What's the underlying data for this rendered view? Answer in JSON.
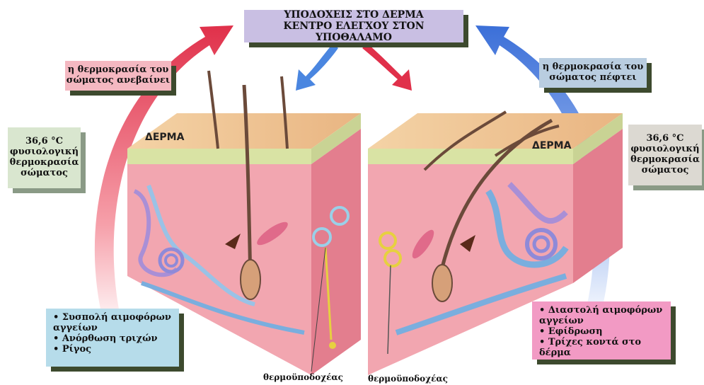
{
  "header": {
    "line1": "ΥΠΟΔΟΧΕΙΣ ΣΤΟ ΔΕΡΜΑ",
    "line2": "ΚΕΝΤΡΟ ΕΛΕΓΧΟΥ ΣΤΟΝ ΥΠΟΘΑΛΑΜΟ"
  },
  "left": {
    "condition_line1": "η θερμοκρασία του",
    "condition_line2": "σώματος ανεβαίνει",
    "temp_value": "36,6 °C",
    "temp_line1": "φυσιολογική",
    "temp_line2": "θερμοκρασία",
    "temp_line3": "σώματος",
    "skin_label": "ΔΕΡΜΑ",
    "responses": [
      "Συσπολή αιμοφόρων αγγείων",
      "Ανόρθωση τριχών",
      "Ρίγος"
    ],
    "receptor_label": "θερμοϋποδοχέας"
  },
  "right": {
    "condition_line1": "η θερμοκρασία του",
    "condition_line2": "σώματος πέφτει",
    "temp_value": "36,6 °C",
    "temp_line1": "φυσιολογική",
    "temp_line2": "θερμοκρασία",
    "temp_line3": "σώματος",
    "skin_label": "ΔΕΡΜΑ",
    "responses": [
      "Διαστολή αιμοφόρων αγγείων",
      "Εφίδρωση",
      "Τρίχες κοντά στο δέρμα"
    ],
    "receptor_label": "θερμοϋποδοχέας"
  },
  "colors": {
    "warm_arrow": "#e0304a",
    "cold_arrow": "#3b6fd8",
    "skin_surface": "#f1c79a",
    "dermis": "#f2a6b0",
    "epidermis_band": "#d9e3a4"
  }
}
